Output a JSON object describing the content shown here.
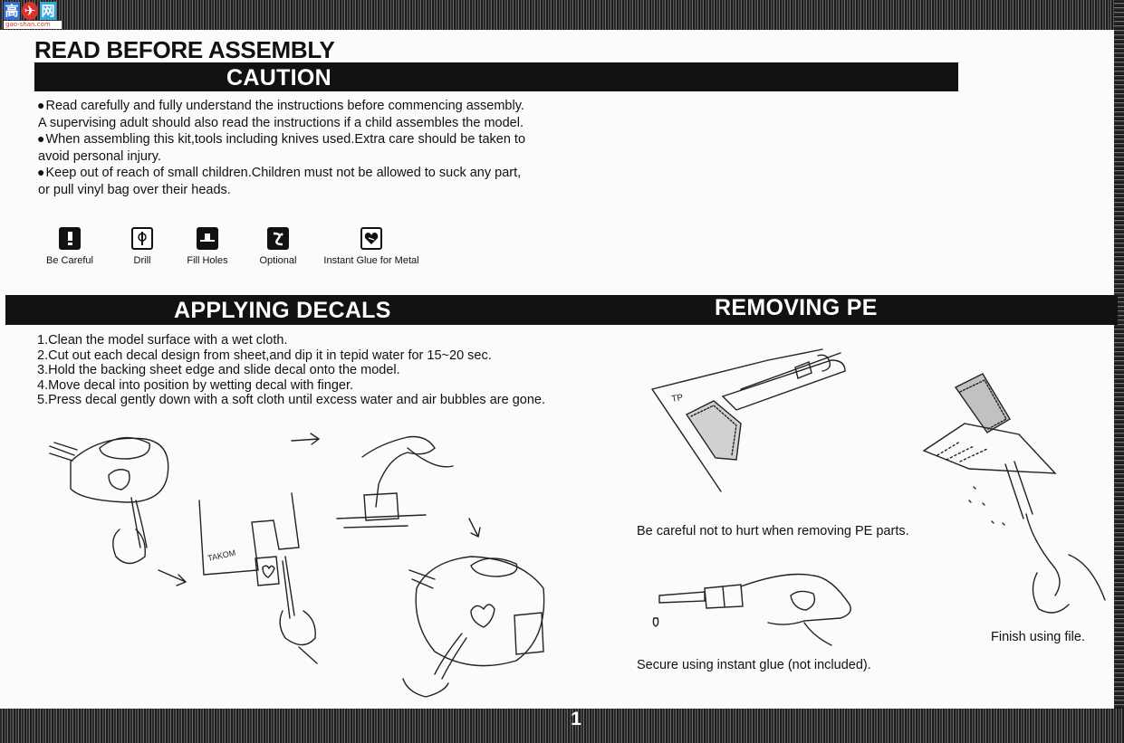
{
  "watermark": {
    "glyphs": [
      "高",
      "✈",
      "网"
    ],
    "url": "gao-shan.com"
  },
  "page": {
    "title": "READ BEFORE ASSEMBLY",
    "page_number": "1"
  },
  "caution": {
    "heading": "CAUTION",
    "items": [
      {
        "bullet": "●",
        "text": "Read carefully and fully understand the instructions before commencing assembly."
      },
      {
        "bullet": "",
        "text": "A supervising adult should also read the instructions if a child assembles the model."
      },
      {
        "bullet": "●",
        "text": "When assembling this kit,tools including knives used.Extra care should be taken to"
      },
      {
        "bullet": "",
        "text": "avoid personal injury."
      },
      {
        "bullet": "●",
        "text": "Keep out of reach of small children.Children must not be allowed to suck any part,"
      },
      {
        "bullet": "",
        "text": "or pull vinyl bag over their heads."
      }
    ]
  },
  "legend": [
    {
      "icon": "exclamation-icon",
      "label": "Be Careful"
    },
    {
      "icon": "drill-icon",
      "label": "Drill"
    },
    {
      "icon": "fill-holes-icon",
      "label": "Fill Holes"
    },
    {
      "icon": "optional-icon",
      "label": "Optional"
    },
    {
      "icon": "glue-metal-icon",
      "label": "Instant Glue for Metal"
    }
  ],
  "decals": {
    "heading": "APPLYING DECALS",
    "steps": [
      "1.Clean the model surface with a wet cloth.",
      "2.Cut out each decal design from sheet,and dip it in tepid water for 15~20 sec.",
      "3.Hold the backing sheet edge and slide decal onto the model.",
      "4.Move decal into position by wetting decal with finger.",
      "5.Press decal gently down with a soft cloth until excess water and air bubbles are gone."
    ],
    "sheet_label": "TAKOM"
  },
  "pe": {
    "heading": "REMOVING PE",
    "fret_label": "TP",
    "captions": {
      "careful": "Be careful not to hurt when removing PE parts.",
      "glue": "Secure using instant glue (not included).",
      "file": "Finish using file."
    }
  },
  "colors": {
    "bar": "#121212",
    "text": "#111111",
    "paper": "#fbfbfb"
  }
}
